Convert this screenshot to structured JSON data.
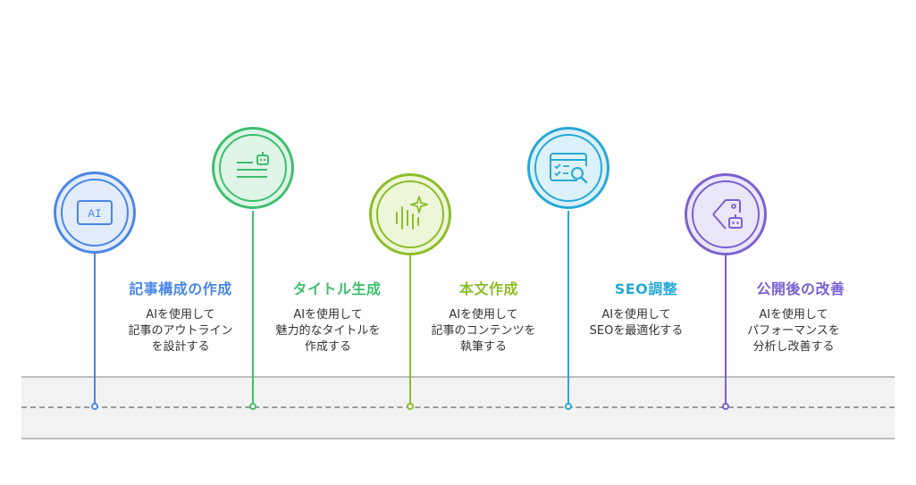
{
  "steps": [
    {
      "title": "記事構成の作成",
      "desc": [
        "AIを使用して",
        "記事のアウトライン",
        "を設計する"
      ],
      "color": "#4a86e8",
      "fill": "#e3ecfb",
      "icon": "ai-chip-icon",
      "icon_text": "AI"
    },
    {
      "title": "タイトル生成",
      "desc": [
        "AIを使用して",
        "魅力的なタイトルを",
        "作成する"
      ],
      "color": "#3fbf6f",
      "fill": "#dff5e6",
      "icon": "robot-document-icon"
    },
    {
      "title": "本文作成",
      "desc": [
        "AIを使用して",
        "記事のコンテンツを",
        "執筆する"
      ],
      "color": "#8cbd2a",
      "fill": "#eef6d9",
      "icon": "sparkle-audio-icon"
    },
    {
      "title": "SEO調整",
      "desc": [
        "AIを使用して",
        "SEOを最適化する"
      ],
      "color": "#27a9d6",
      "fill": "#dcf1f9",
      "icon": "browser-search-icon"
    },
    {
      "title": "公開後の改善",
      "desc": [
        "AIを使用して",
        "パフォーマンスを",
        "分析し改善する"
      ],
      "color": "#7b61d1",
      "fill": "#ebe6f8",
      "icon": "tag-robot-icon"
    }
  ]
}
